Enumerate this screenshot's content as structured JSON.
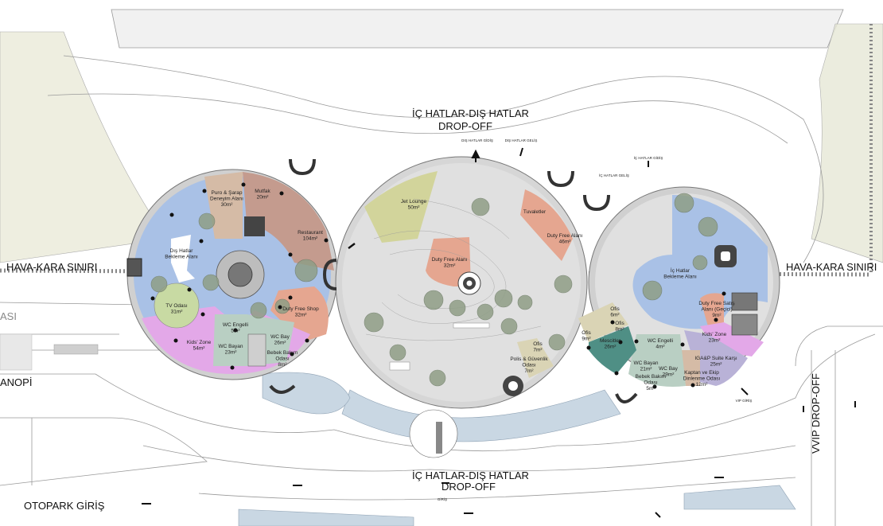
{
  "labels": {
    "dropoff_top": [
      "İÇ HATLAR-DIŞ HATLAR",
      "DROP-OFF"
    ],
    "dropoff_bottom": [
      "İÇ HATLAR-DIŞ HATLAR",
      "DROP-OFF"
    ],
    "border_left": "HAVA-KARA SINIRI",
    "border_right": "HAVA-KARA SINIRI",
    "vvip_dropoff": "VVIP DROP-OFF",
    "otopark": "OTOPARK GİRİŞ",
    "kanopi": "ANOPİ",
    "asi": "ASI",
    "dis_hatlar_gidis": "DIŞ HATLAR GİDİŞ",
    "dis_hatlar_gelis": "DIŞ HATLAR GELİŞ",
    "ic_hatlar_gidis": "İÇ HATLAR GİDİŞ",
    "ic_hatlar_gelis": "İÇ HATLAR GELİŞ",
    "vip_giris": "VIP GİRİŞ",
    "giris": "GİRİŞ"
  },
  "left_module": {
    "puro": [
      "Puro & Şarap",
      "Deneyim Alanı",
      "30m²"
    ],
    "mutfak": [
      "Mutfak",
      "20m²"
    ],
    "restaurant": [
      "Restaurant",
      "104m²"
    ],
    "dis_hatlar_bekleme": [
      "Dış Hatlar",
      "Bekleme Alanı"
    ],
    "tv": [
      "TV Odası",
      "31m²"
    ],
    "duty_free": [
      "Duty Free Shop",
      "32m²"
    ],
    "wc_engelli": [
      "WC Engelli",
      "5m²"
    ],
    "wc_bay": [
      "WC Bay",
      "26m²"
    ],
    "wc_bayan": [
      "WC Bayan",
      "23m²"
    ],
    "bebek": [
      "Bebek Bakım",
      "Odası",
      "8m²"
    ],
    "kids": [
      "Kids' Zone",
      "54m²"
    ]
  },
  "center_module": {
    "jet_lounge": [
      "Jet Lounge",
      "50m²"
    ],
    "tuvalet": [
      "Tuvaletler"
    ],
    "duty_free_alani_1": [
      "Duty Free Alanı",
      "46m²"
    ],
    "duty_free_alani_2": [
      "Duty Free Alanı",
      "32m²"
    ],
    "ofis": [
      "Ofis",
      "7m²"
    ],
    "polis": [
      "Polis & Güvenlik",
      "Odası",
      "7m²"
    ]
  },
  "right_module": {
    "ic_hatlar_bekleme": [
      "İç Hatlar",
      "Bekleme Alanı"
    ],
    "duty_free_satis": [
      "Duty Free Satış",
      "Alanı (Geçici)",
      "9m²"
    ],
    "kids": [
      "Kids' Zone",
      "23m²"
    ],
    "cip_suite": [
      "IGA&P Suite Karşı",
      "25m²"
    ],
    "kaptan": [
      "Kaptan ve Ekip",
      "Dinlenme Odası",
      "12m²"
    ],
    "wc_bay": [
      "WC Bay",
      "29m²"
    ],
    "wc_bayan": [
      "WC Bayan",
      "21m²"
    ],
    "bebek": [
      "Bebek Bakım",
      "Odası",
      "5m²"
    ],
    "wc_engelli": [
      "WC Engelli",
      "4m²"
    ],
    "mescitler": [
      "Mescitler",
      "26m²"
    ],
    "ofis_1": [
      "Ofis",
      "6m²"
    ],
    "ofis_2": [
      "Ofis",
      "8m²"
    ],
    "ofis_3": [
      "Ofis",
      "9m²"
    ]
  },
  "colors": {
    "waiting_blue": "#a9c1e6",
    "kids_pink": "#e3a8e8",
    "duty_free_salmon": "#e5a690",
    "restaurant_brown": "#c49b8e",
    "puro_tan": "#d5bba6",
    "jet_olive": "#d2d49b",
    "tv_green": "#c8daa3",
    "mescit_teal": "#4f8f85",
    "wc_green": "#b9cfc3",
    "suite_lavender": "#b9b2d7",
    "office_beige": "#dad4b5",
    "floor_grey": "#dcdcdc",
    "landscape_blue": "#c9d7e3"
  }
}
